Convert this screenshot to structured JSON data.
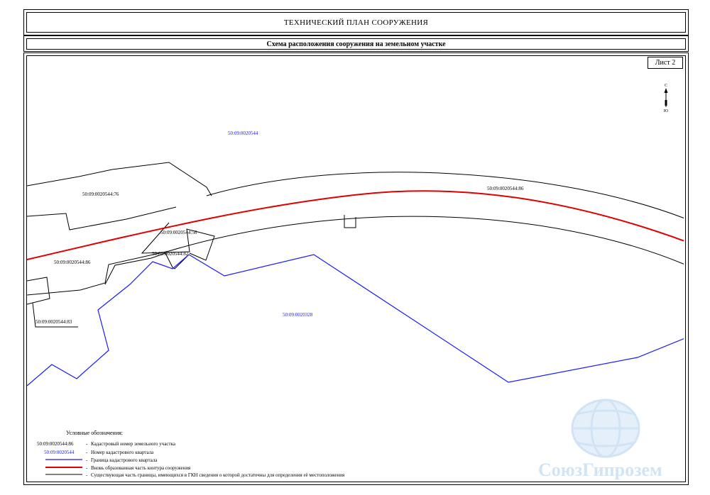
{
  "header": {
    "title": "ТЕХНИЧЕСКИЙ  ПЛАН СООРУЖЕНИЯ",
    "subtitle": "Схема расположения сооружения на земельном участке"
  },
  "sheet": {
    "label": "Лист  2"
  },
  "compass": {
    "north": "С",
    "south": "Ю"
  },
  "map": {
    "quarter_labels": [
      "50:09:0020544",
      "50:09:0020328"
    ],
    "parcel_labels": [
      "50:09:0020544:76",
      "50:09:0020544:86",
      "50:09:0020544:56",
      "50:09:0020544:82",
      "50:09:0020544:86",
      "50:09:0020544:83"
    ]
  },
  "legend": {
    "title": "Условные обозначения:",
    "items": [
      {
        "symbol_text": "50:09:0020544:86",
        "dash": "-",
        "text": "Кадастровый номер  земельного участка"
      },
      {
        "symbol_text": "50:09:0020544",
        "dash": "-",
        "text": "Номер кадастрового  квартала"
      },
      {
        "symbol_text": "",
        "dash": "-",
        "text": "Граница кадастрового квартала"
      },
      {
        "symbol_text": "",
        "dash": "-",
        "text": "Вновь образованная часть контура сооружения"
      },
      {
        "symbol_text": "",
        "dash": "-",
        "text": "Существующая часть границы, имеющихся в ГКН сведения о которой  достаточны для определения её местоположения"
      }
    ]
  },
  "watermark": {
    "text": "СоюзГипрозем"
  },
  "colors": {
    "quarter_boundary": "#1a1aff",
    "new_contour": "#e00000",
    "existing_boundary": "#000000",
    "watermark": "#cfe3f5"
  }
}
